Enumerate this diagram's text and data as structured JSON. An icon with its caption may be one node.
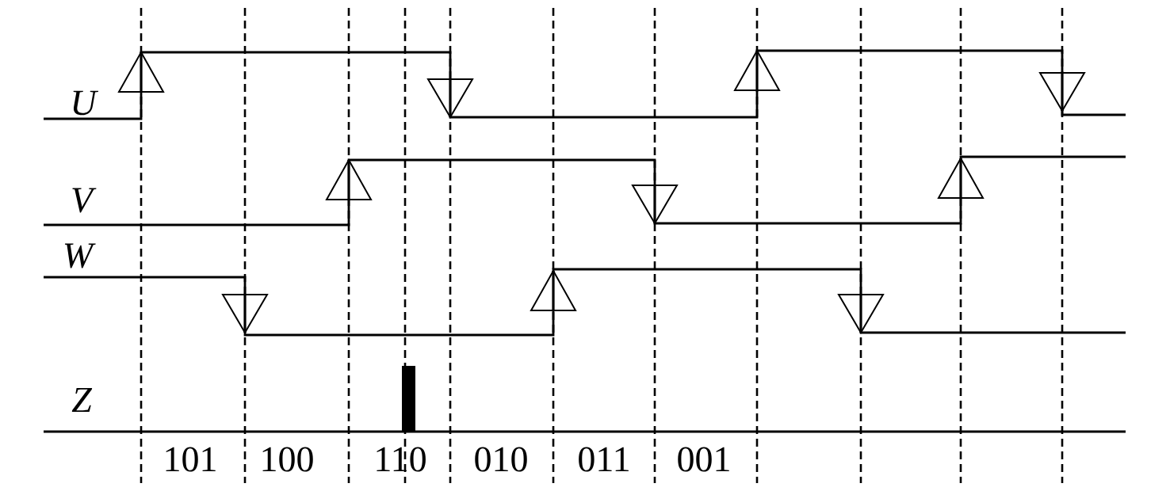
{
  "diagram": {
    "labels": [
      "U",
      "V",
      "W",
      "Z",
      "101",
      "100",
      "110",
      "010",
      "011",
      "001"
    ]
  }
}
